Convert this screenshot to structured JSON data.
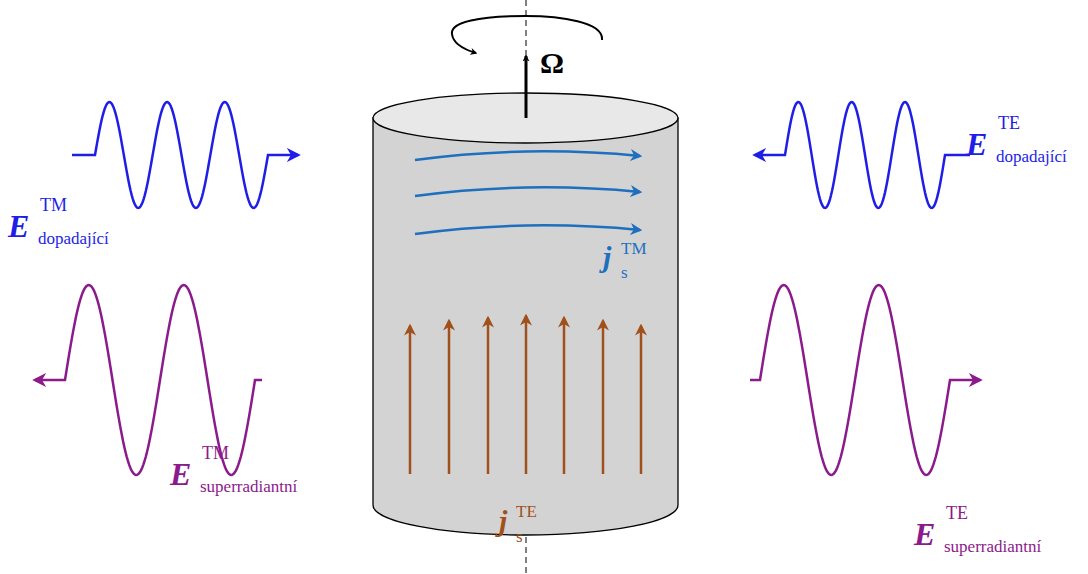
{
  "diagram": {
    "labels": [
      "Ω",
      "E",
      "TM",
      "dopadající",
      "E",
      "TE",
      "dopadající",
      "j",
      "s",
      "TM",
      "E",
      "TM",
      "superradiantní",
      "j",
      "s",
      "TE",
      "E",
      "TE",
      "superradiantní"
    ]
  }
}
